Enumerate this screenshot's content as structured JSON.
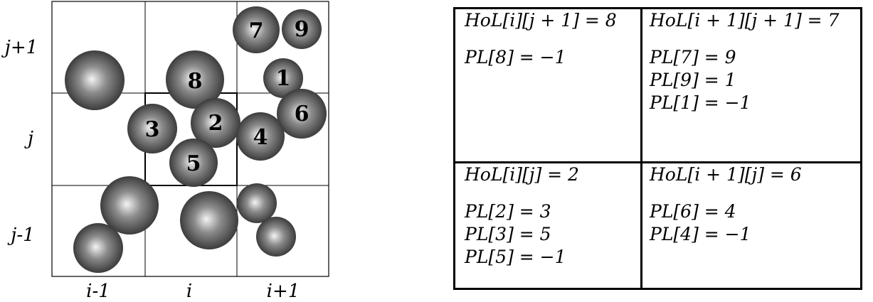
{
  "axes": {
    "x_labels": [
      "i-1",
      "i",
      "i+1"
    ],
    "y_labels": [
      "j+1",
      "j",
      "j-1"
    ]
  },
  "balls": [
    {
      "label": "7"
    },
    {
      "label": "9"
    },
    {
      "label": ""
    },
    {
      "label": "8"
    },
    {
      "label": "1"
    },
    {
      "label": "6"
    },
    {
      "label": "3"
    },
    {
      "label": "2"
    },
    {
      "label": "4"
    },
    {
      "label": "5"
    },
    {
      "label": ""
    },
    {
      "label": ""
    },
    {
      "label": ""
    },
    {
      "label": ""
    },
    {
      "label": ""
    }
  ],
  "table": {
    "top_left": {
      "hol": "HoL[i][j + 1] = 8",
      "pl": [
        "PL[8] = −1"
      ]
    },
    "top_right": {
      "hol": "HoL[i + 1][j + 1] = 7",
      "pl": [
        "PL[7] = 9",
        "PL[9] = 1",
        "PL[1] = −1"
      ]
    },
    "bottom_left": {
      "hol": "HoL[i][j] = 2",
      "pl": [
        "PL[2] = 3",
        "PL[3] = 5",
        "PL[5] = −1"
      ]
    },
    "bottom_right": {
      "hol": "HoL[i + 1][j] = 6",
      "pl": [
        "PL[6] = 4",
        "PL[4] = −1"
      ]
    }
  },
  "colors": {
    "ball_light": "#f2f2f2",
    "ball_mid": "#8a8a8a",
    "ball_dark": "#3a3a3a",
    "grid": "#000000"
  }
}
